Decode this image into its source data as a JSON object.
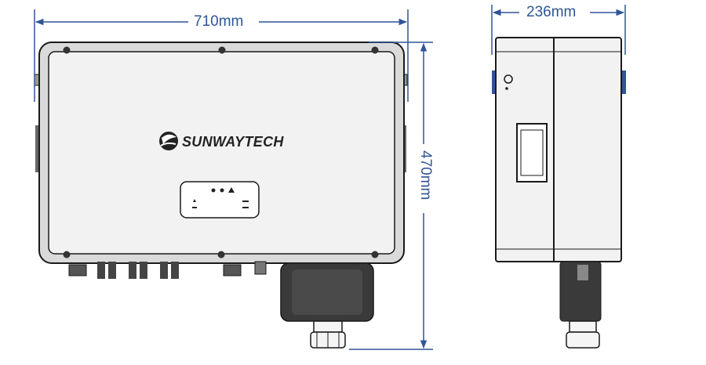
{
  "dimensions": {
    "width": "710mm",
    "height": "470mm",
    "depth": "236mm"
  },
  "brand": {
    "name": "SUNWAYTECH"
  },
  "colors": {
    "dimension_line": "#2f5597",
    "outline": "#1a1a1a",
    "cover": "#f2f2f2",
    "glands": "#444444"
  },
  "icons": [
    "brand-logo-icon",
    "led-indicator-icon",
    "cable-gland-icon"
  ]
}
